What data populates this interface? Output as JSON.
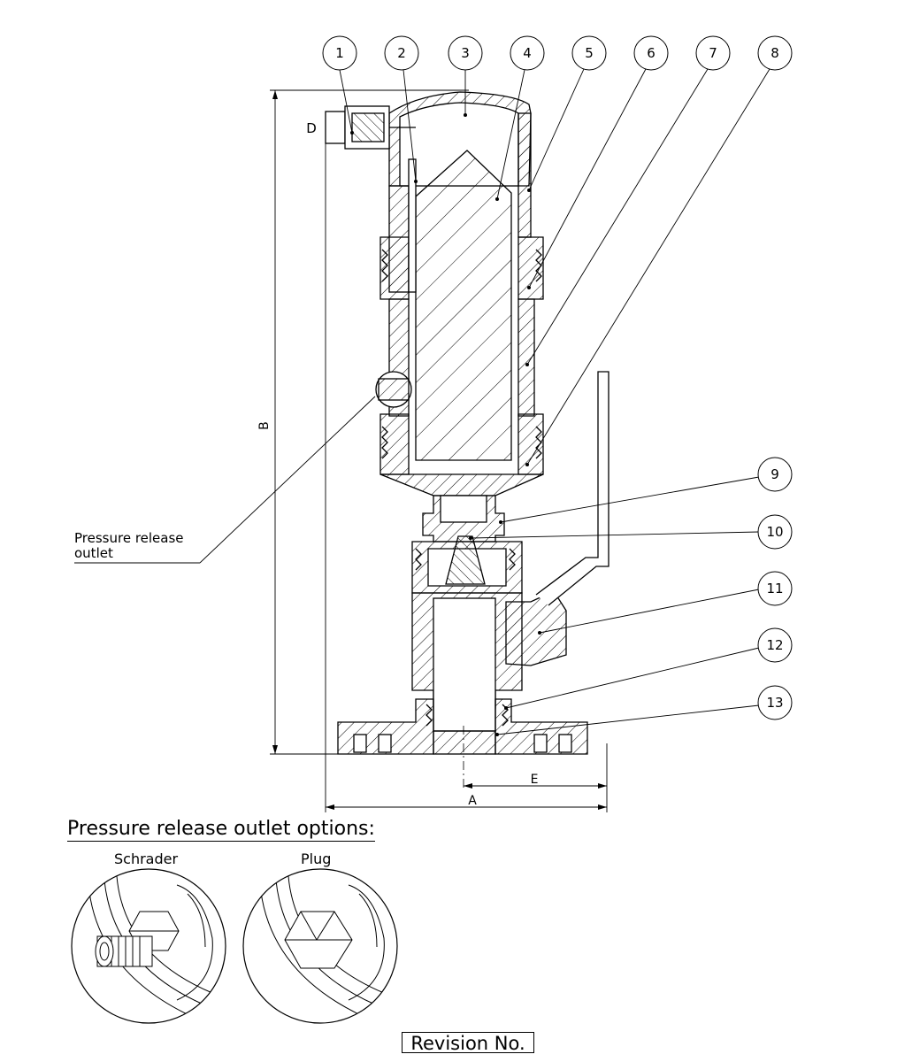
{
  "balloons": [
    "1",
    "2",
    "3",
    "4",
    "5",
    "6",
    "7",
    "8",
    "9",
    "10",
    "11",
    "12",
    "13"
  ],
  "dimensions": {
    "A": "A",
    "B": "B",
    "D": "D",
    "E": "E"
  },
  "note": {
    "line1": "Pressure release",
    "line2": "outlet"
  },
  "options": {
    "title": "Pressure release outlet options:",
    "schrader_label": "Schrader",
    "plug_label": "Plug"
  },
  "revision": {
    "label": "Revision No."
  }
}
